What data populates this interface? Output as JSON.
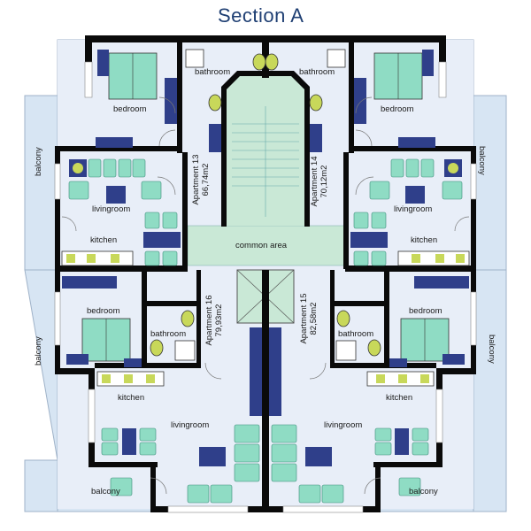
{
  "title": "Section A",
  "apartments": [
    {
      "name": "Apartment 13",
      "area": "66,74m2"
    },
    {
      "name": "Apartment 14",
      "area": "70,12m2"
    },
    {
      "name": "Apartment 16",
      "area": "79,93m2"
    },
    {
      "name": "Apartment 15",
      "area": "82,58m2"
    }
  ],
  "rooms": {
    "bathroom": "bathroom",
    "bedroom": "bedroom",
    "balcony": "balcony",
    "livingroom": "livingroom",
    "kitchen": "kitchen",
    "common_area": "common area"
  },
  "colors": {
    "wall": "#0a0a0a",
    "floor": "#e8eef8",
    "balcony": "#d7e5f3",
    "common": "#c9e8d6",
    "furniture_blue": "#2f3f8a",
    "furniture_teal": "#8fdcc4",
    "title": "#1f3f73"
  }
}
